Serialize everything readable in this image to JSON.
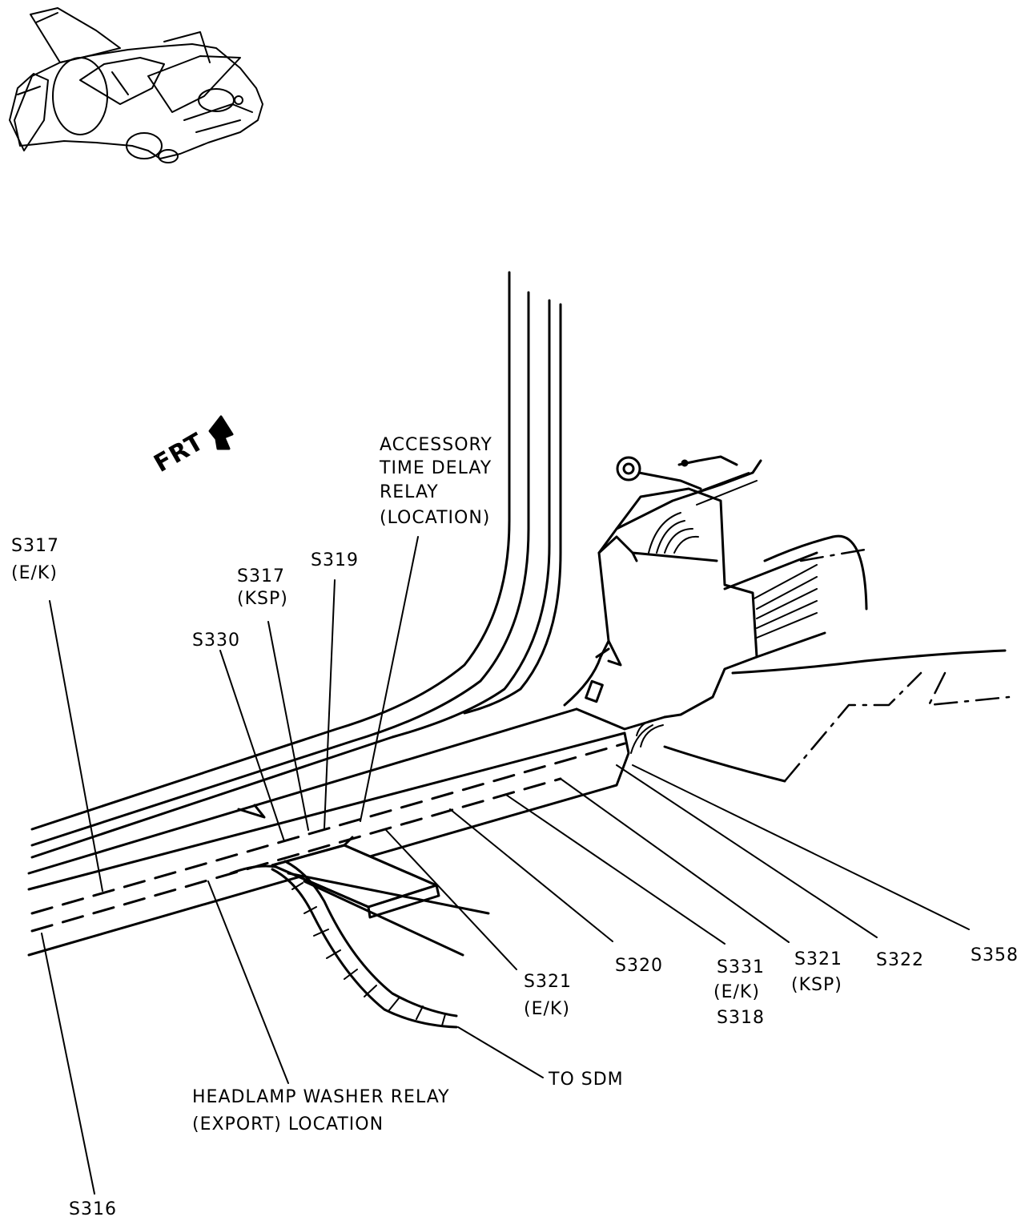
{
  "orientation": {
    "label": "FRT"
  },
  "labels": {
    "s317_ek": [
      "S317",
      "(E/K)"
    ],
    "s317_ksp": [
      "S317",
      "(KSP)"
    ],
    "s319": "S319",
    "s330": "S330",
    "accessory_relay": [
      "ACCESSORY",
      "TIME DELAY",
      "RELAY",
      "(LOCATION)"
    ],
    "s321_ek": [
      "S321",
      "(E/K)"
    ],
    "s320": "S320",
    "s331_ek_s318": [
      "S331",
      "(E/K)",
      "S318"
    ],
    "s321_ksp": [
      "S321",
      "(KSP)"
    ],
    "s322": "S322",
    "s358": "S358",
    "to_sdm": "TO SDM",
    "headlamp_relay": [
      "HEADLAMP WASHER RELAY",
      "(EXPORT) LOCATION"
    ],
    "s316": "S316"
  }
}
